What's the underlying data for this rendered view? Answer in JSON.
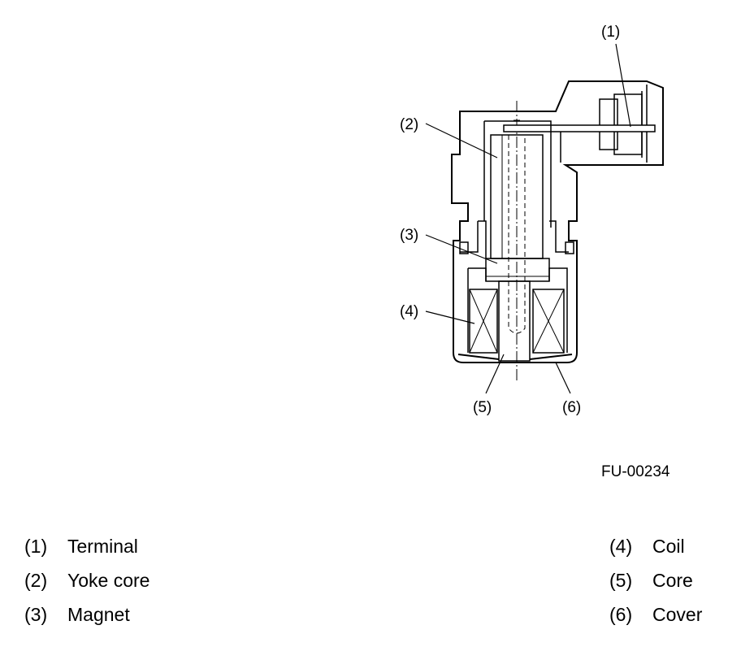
{
  "figure_id": "FU-00234",
  "callouts": [
    "(1)",
    "(2)",
    "(3)",
    "(4)",
    "(5)",
    "(6)"
  ],
  "legend": {
    "left": [
      {
        "num": "(1)",
        "label": "Terminal"
      },
      {
        "num": "(2)",
        "label": "Yoke core"
      },
      {
        "num": "(3)",
        "label": "Magnet"
      }
    ],
    "right": [
      {
        "num": "(4)",
        "label": "Coil"
      },
      {
        "num": "(5)",
        "label": "Core"
      },
      {
        "num": "(6)",
        "label": "Cover"
      }
    ]
  }
}
